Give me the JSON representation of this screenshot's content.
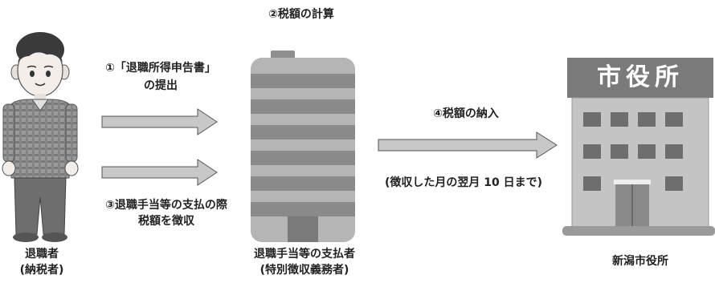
{
  "diagram": {
    "step2": "②税額の計算",
    "step1": {
      "line1": "①「退職所得申告書」",
      "line2": "の提出"
    },
    "step3": {
      "line1": "③退職手当等の支払の際",
      "line2": "税額を徴収"
    },
    "step4": "④税額の納入",
    "deadline": "(徴収した月の翌月 10 日まで)",
    "retiree": {
      "line1": "退職者",
      "line2": "(納税者)"
    },
    "payer": {
      "line1": "退職手当等の支払者",
      "line2": "(特別徴収義務者)"
    },
    "city_office": {
      "label": "新潟市役所",
      "sign": "市役所"
    }
  },
  "colors": {
    "arrow": "#c8c8c8",
    "building_stripe_dark": "#8a8a8a",
    "building_stripe_light": "#b5b5b5",
    "office_sign": "#7a7a7a"
  }
}
